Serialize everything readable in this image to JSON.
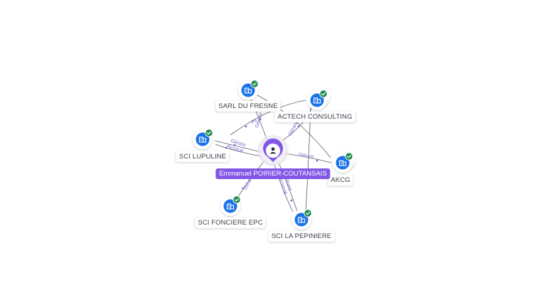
{
  "colors": {
    "edge": "#5a5f6b",
    "edge_label": "#7b68c8",
    "company_icon": "#1a73e8",
    "check_badge": "#1e8a4c",
    "person_accent": "#8257e6",
    "halo": "#e8e6ee"
  },
  "person": {
    "name": "Emmanuel POIRIER-COUTANSAIS",
    "icon": "user-icon"
  },
  "companies": [
    {
      "id": "sarl",
      "name": "SARL DU FRESNE",
      "icon": "building-icon",
      "badge": "check-icon"
    },
    {
      "id": "actech",
      "name": "ACTECH CONSULTING",
      "icon": "building-icon",
      "badge": "check-icon"
    },
    {
      "id": "lupuline",
      "name": "SCI LUPULINE",
      "icon": "building-icon",
      "badge": "check-icon"
    },
    {
      "id": "akcg",
      "name": "AKCG",
      "icon": "building-icon",
      "badge": "check-icon"
    },
    {
      "id": "fonciere",
      "name": "SCI FONCIERE EPC",
      "icon": "building-icon",
      "badge": "check-icon"
    },
    {
      "id": "pepiniere",
      "name": "SCI LA PEPINIERE",
      "icon": "building-icon",
      "badge": "check-icon"
    }
  ],
  "edge_labels": {
    "sarl": [
      "Gérant"
    ],
    "actech": [
      "Gérant"
    ],
    "lupuline": [
      "Gérant",
      "Associé"
    ],
    "akcg": [
      "Gérant"
    ],
    "fonciere": [
      "Gérant"
    ],
    "pepiniere": [
      "Gérant",
      "Associé"
    ],
    "sarl_actech": [
      "As"
    ]
  }
}
